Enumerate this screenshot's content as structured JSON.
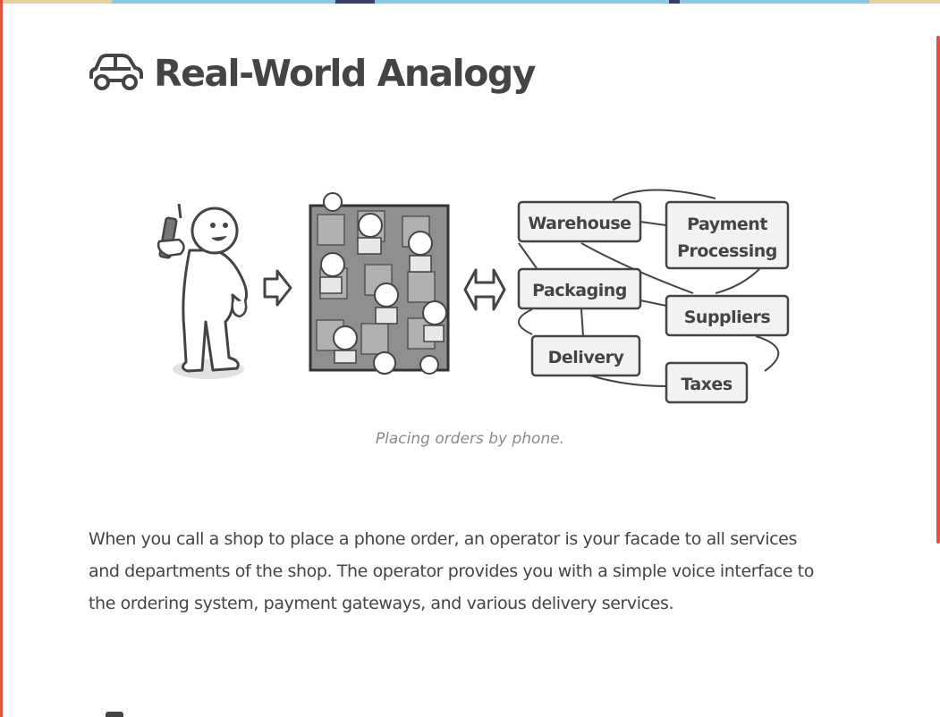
{
  "section": {
    "title": "Real-World Analogy",
    "title_icon": "car-icon"
  },
  "figure": {
    "caption": "Placing orders by phone.",
    "services": {
      "warehouse": "Warehouse",
      "payment_line1": "Payment",
      "payment_line2": "Processing",
      "packaging": "Packaging",
      "suppliers": "Suppliers",
      "delivery": "Delivery",
      "taxes": "Taxes"
    }
  },
  "body": {
    "paragraph": "When you call a shop to place a phone order, an operator is your facade to all services and departments of the shop. The operator provides you with a simple voice interface to the ordering system, payment gateways, and various delivery services."
  },
  "colors": {
    "accent": "#e0523f",
    "text": "#444444",
    "caption": "#8a8a8a"
  }
}
